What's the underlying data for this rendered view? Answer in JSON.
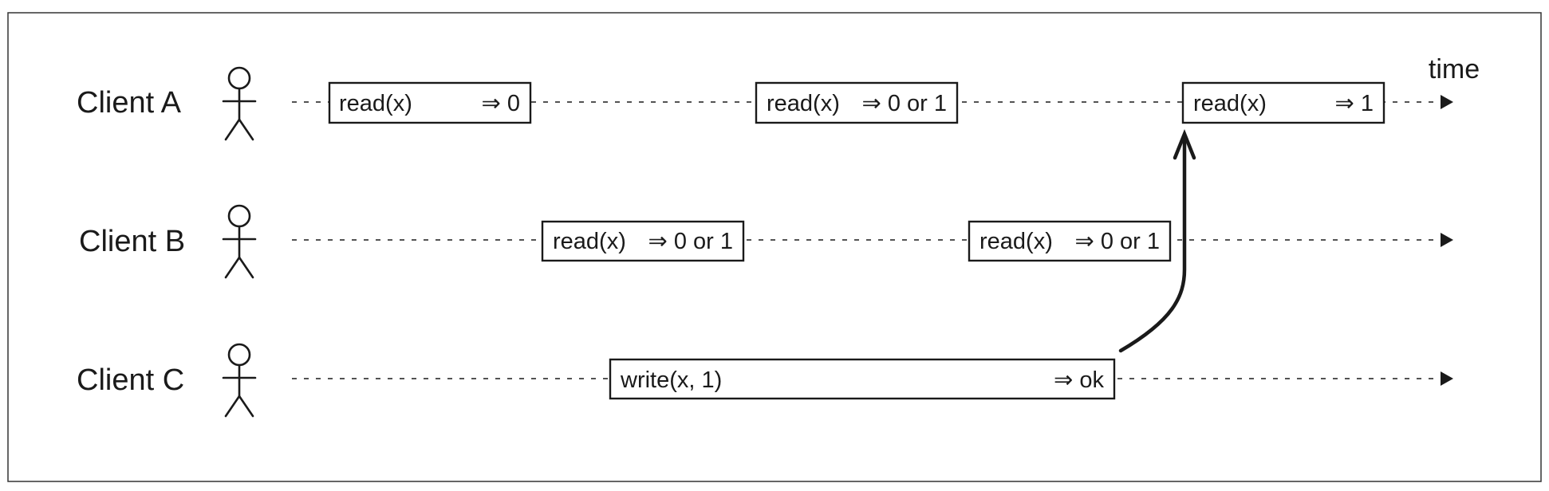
{
  "diagram": {
    "time_label": "time",
    "clients": [
      {
        "label": "Client A",
        "operations": [
          {
            "op": "read(x)",
            "result": "⇒ 0"
          },
          {
            "op": "read(x)",
            "result": "⇒ 0 or 1"
          },
          {
            "op": "read(x)",
            "result": "⇒ 1"
          }
        ]
      },
      {
        "label": "Client B",
        "operations": [
          {
            "op": "read(x)",
            "result": "⇒ 0 or 1"
          },
          {
            "op": "read(x)",
            "result": "⇒ 0 or 1"
          }
        ]
      },
      {
        "label": "Client C",
        "operations": [
          {
            "op": "write(x, 1)",
            "result": "⇒ ok"
          }
        ]
      }
    ],
    "colors": {
      "stroke": "#1a1a1a",
      "frame": "#333333",
      "background": "#ffffff"
    },
    "icons": [
      "stick-figure-icon",
      "arrow-right-icon",
      "causal-arrow-icon"
    ]
  }
}
